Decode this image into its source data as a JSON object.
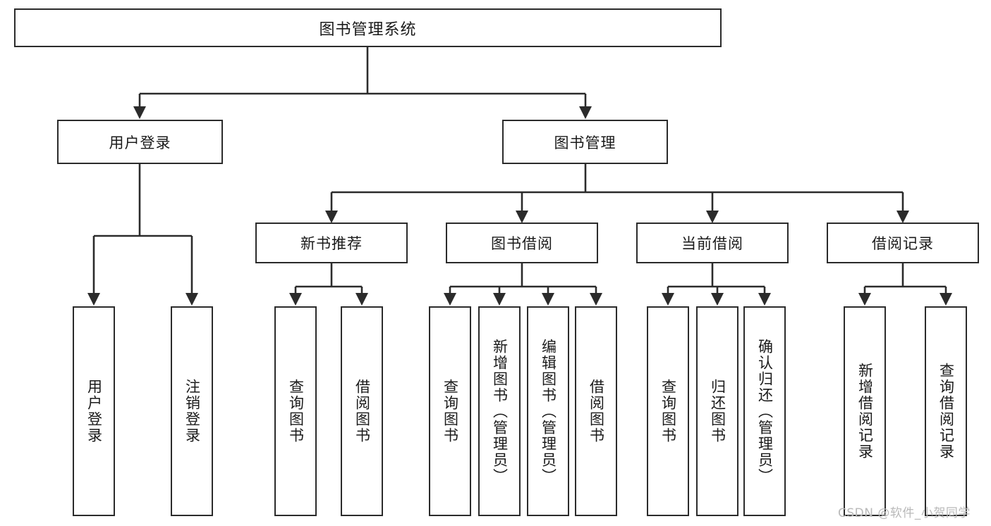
{
  "diagram": {
    "title": "图书管理系统",
    "type": "tree",
    "orientation": "top-down",
    "line_color": "#2b2b2b",
    "box_fill": "#ffffff",
    "text_color": "#1a1a1a",
    "nodes": {
      "root": {
        "label": "图书管理系统"
      },
      "level2": [
        {
          "id": "user-login",
          "label": "用户登录"
        },
        {
          "id": "book-manage",
          "label": "图书管理"
        }
      ],
      "level3": [
        {
          "id": "new-book-recommend",
          "label": "新书推荐"
        },
        {
          "id": "book-borrow",
          "label": "图书借阅"
        },
        {
          "id": "current-borrow",
          "label": "当前借阅"
        },
        {
          "id": "borrow-record",
          "label": "借阅记录"
        }
      ],
      "leaves": {
        "user-login": [
          {
            "id": "leaf-user-login",
            "label": "用户登录"
          },
          {
            "id": "leaf-logout-login",
            "label": "注销登录"
          }
        ],
        "new-book-recommend": [
          {
            "id": "leaf-query-book-1",
            "label": "查询图书"
          },
          {
            "id": "leaf-borrow-book-1",
            "label": "借阅图书"
          }
        ],
        "book-borrow": [
          {
            "id": "leaf-query-book-2",
            "label": "查询图书"
          },
          {
            "id": "leaf-add-book",
            "label": "新增图书（管理员）"
          },
          {
            "id": "leaf-edit-book",
            "label": "编辑图书（管理员）"
          },
          {
            "id": "leaf-borrow-book-2",
            "label": "借阅图书"
          }
        ],
        "current-borrow": [
          {
            "id": "leaf-query-book-3",
            "label": "查询图书"
          },
          {
            "id": "leaf-return-book",
            "label": "归还图书"
          },
          {
            "id": "leaf-confirm-return",
            "label": "确认归还（管理员）"
          }
        ],
        "borrow-record": [
          {
            "id": "leaf-add-borrow-record",
            "label": "新增借阅记录"
          },
          {
            "id": "leaf-query-borrow-record",
            "label": "查询借阅记录"
          }
        ]
      }
    }
  },
  "watermark": {
    "text": "CSDN @软件_小贺同学"
  }
}
